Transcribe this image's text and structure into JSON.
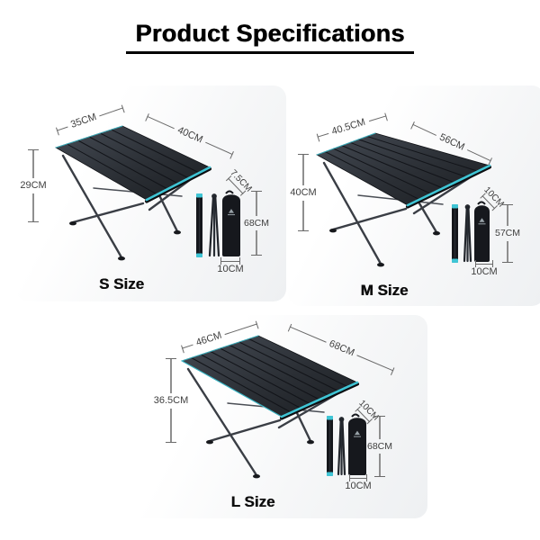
{
  "title": "Product Specifications",
  "colors": {
    "accent_teal": "#3fc5d5",
    "table_dark": "#23262b",
    "dimension_gray": "#404040"
  },
  "icons": {
    "bag_logo": "mountain-logo-icon"
  },
  "sizes": [
    {
      "name": "S Size",
      "top_width": "35CM",
      "top_depth": "40CM",
      "height": "29CM",
      "bag_diameter": "7.5CM",
      "bag_length": "68CM",
      "bag_width": "10CM"
    },
    {
      "name": "M Size",
      "top_width": "40.5CM",
      "top_depth": "56CM",
      "height": "40CM",
      "bag_diameter": "10CM",
      "bag_length": "57CM",
      "bag_width": "10CM"
    },
    {
      "name": "L Size",
      "top_width": "46CM",
      "top_depth": "68CM",
      "height": "36.5CM",
      "bag_diameter": "10CM",
      "bag_length": "68CM",
      "bag_width": "10CM"
    }
  ]
}
